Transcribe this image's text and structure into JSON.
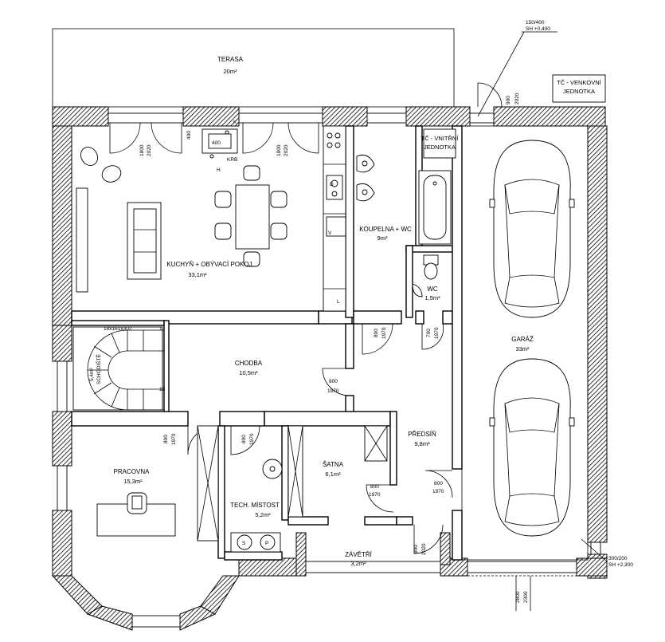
{
  "rooms": {
    "terasa": {
      "name": "TERASA",
      "area": "20m²"
    },
    "kuchyne": {
      "name": "KUCHYŇ + OBÝVACÍ POKOJ",
      "area": "33,1m²"
    },
    "koupelna": {
      "name": "KOUPELNA + WC",
      "area": "9m²"
    },
    "wc": {
      "name": "WC",
      "area": "1,5m²"
    },
    "chodba": {
      "name": "CHODBA",
      "area": "10,5m²"
    },
    "schodiste": {
      "name": "SCHODIŠTĚ",
      "area": "5,4m²"
    },
    "pracovna": {
      "name": "PRACOVNA",
      "area": "15,3m²"
    },
    "tech": {
      "name": "TECH. MÍSTOST",
      "area": "5,2m²"
    },
    "satna": {
      "name": "ŠATNA",
      "area": "6,1m²"
    },
    "predsin": {
      "name": "PŘEDSÍŇ",
      "area": "9,8m²"
    },
    "zaveti": {
      "name": "ZÁVĚTŘÍ",
      "area": "3,2m²"
    },
    "garaz": {
      "name": "GARÁŽ",
      "area": "33m²"
    }
  },
  "labels": {
    "tc_venkovni_1": "TČ - VENKOVNÍ",
    "tc_venkovni_2": "JEDNOTKA",
    "tc_vnitrni_1": "TČ - VNITŘNÍ",
    "tc_vnitrni_2": "JEDNOTKA",
    "krb": "KRB",
    "k": "K",
    "h": "H",
    "v": "V",
    "l": "L",
    "d": "D",
    "s": "S",
    "p": "P",
    "stair_dims": "18x161x302",
    "stair_start": "1",
    "stair_end": "18",
    "vent_top_1": "150/400",
    "vent_top_2": "SH +0,400",
    "vent_bottom_1": "300/200",
    "vent_bottom_2": "SH +2,300",
    "krb_size": "400"
  },
  "dims": {
    "ter_door_l": [
      "1800",
      "2020"
    ],
    "ter_door_r": [
      "1800",
      "2020"
    ],
    "krb_w": "400",
    "garage_top": [
      "900",
      "2020"
    ],
    "koup_door": [
      "800",
      "1970"
    ],
    "wc_door": [
      "700",
      "1970"
    ],
    "chodba_door": [
      "800",
      "1970"
    ],
    "prac_door": [
      "800",
      "1970"
    ],
    "tech_door": [
      "800",
      "1970"
    ],
    "satna_door": [
      "800",
      "1970"
    ],
    "predsin_door": [
      "800",
      "1970"
    ],
    "entry_door": [
      "900",
      "2020"
    ],
    "garage_gate": [
      "2800",
      "2300"
    ]
  }
}
